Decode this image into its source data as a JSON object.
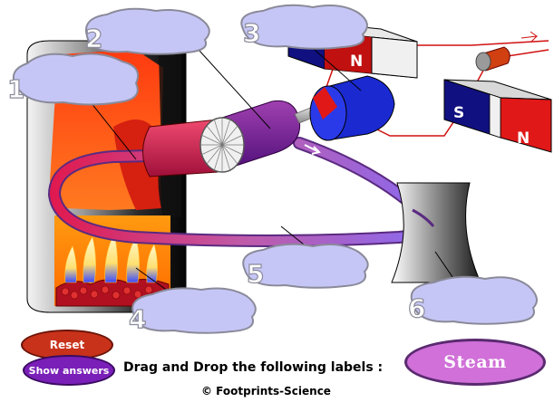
{
  "drop_zones": [
    {
      "number": "1"
    },
    {
      "number": "2"
    },
    {
      "number": "3"
    },
    {
      "number": "4"
    },
    {
      "number": "5"
    },
    {
      "number": "6"
    }
  ],
  "magnets": {
    "north_label": "N",
    "south_label": "S"
  },
  "controls": {
    "reset_label": "Reset",
    "show_answers_label": "Show answers"
  },
  "label_bank": {
    "instruction": "Drag and Drop the following labels :",
    "tiles": [
      "Steam"
    ]
  },
  "footer": {
    "copyright": "© Footprints-Science"
  },
  "colors": {
    "drop_zone_fill": "#c6c6f6",
    "reset_button": "#c8321a",
    "show_answers_button": "#7a1fb8",
    "label_tile": "#d070d8"
  }
}
